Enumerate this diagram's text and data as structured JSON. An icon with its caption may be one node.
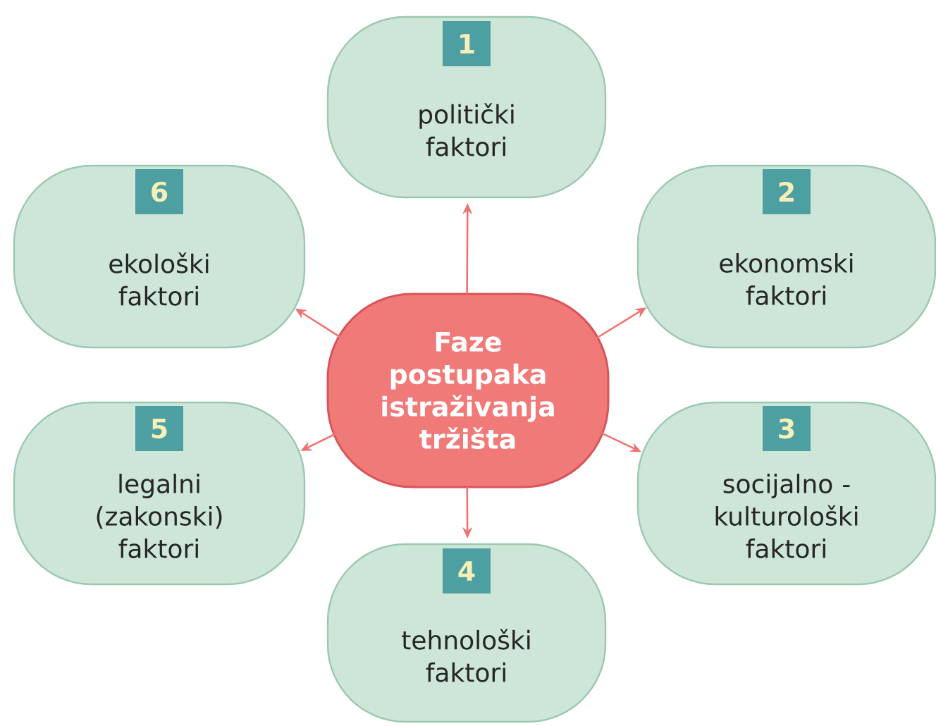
{
  "diagram": {
    "nodes": [
      {
        "text": [
          "Faze postupaka istraživanja tržišta"
        ]
      },
      {
        "text": [
          "1",
          "politički faktori"
        ]
      },
      {
        "text": [
          "2",
          "ekonomski faktori"
        ]
      },
      {
        "text": [
          "3",
          "socijalno - kulturološki faktori"
        ]
      },
      {
        "text": [
          "4",
          "tehnološki faktori"
        ]
      },
      {
        "text": [
          "5",
          "legalni (zakonski) faktori"
        ]
      },
      {
        "text": [
          "6",
          "ekološki faktori"
        ]
      }
    ],
    "edges": [
      {
        "from": 0,
        "to": 1,
        "arrow": "to"
      },
      {
        "from": 0,
        "to": 2,
        "arrow": "to"
      },
      {
        "from": 0,
        "to": 3,
        "arrow": "to"
      },
      {
        "from": 0,
        "to": 4,
        "arrow": "to"
      },
      {
        "from": 0,
        "to": 5,
        "arrow": "to"
      },
      {
        "from": 0,
        "to": 6,
        "arrow": "to"
      }
    ]
  }
}
